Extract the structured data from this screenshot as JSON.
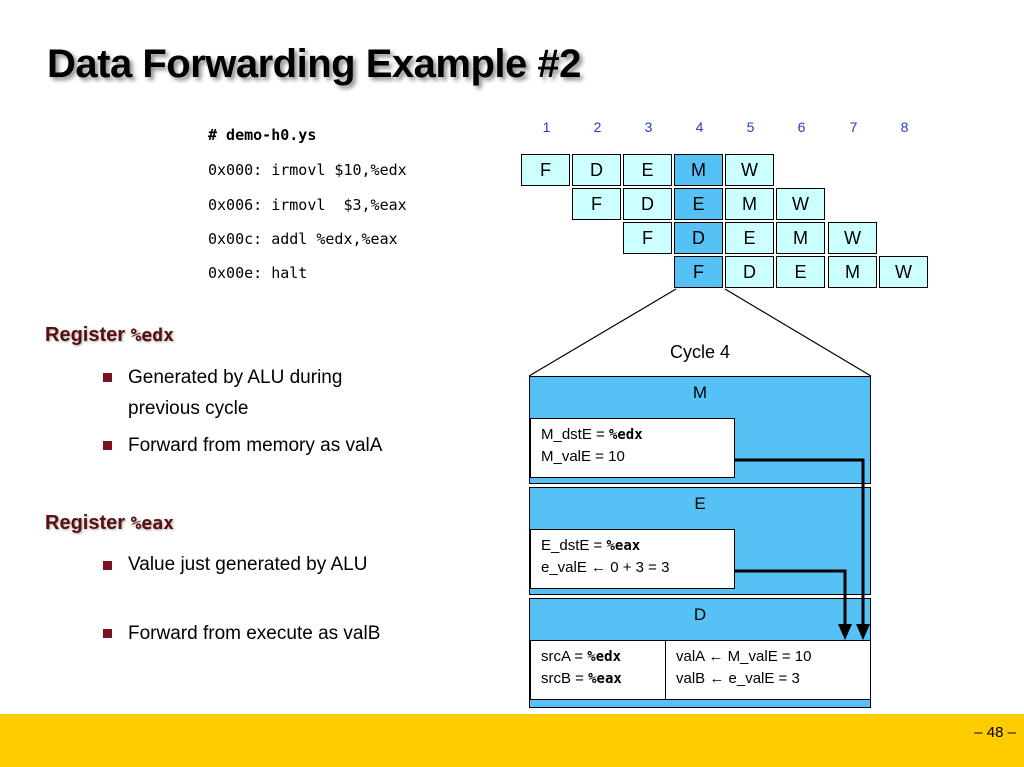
{
  "title": "Data Forwarding Example #2",
  "code": {
    "filename": "# demo-h0.ys",
    "lines": [
      "0x000: irmovl $10,%edx",
      "0x006: irmovl  $3,%eax",
      "0x00c: addl %edx,%eax",
      "0x00e: halt"
    ]
  },
  "pipeline": {
    "cycles": [
      "1",
      "2",
      "3",
      "4",
      "5",
      "6",
      "7",
      "8"
    ],
    "rows": [
      [
        "F",
        "D",
        "E",
        "M",
        "W"
      ],
      [
        "F",
        "D",
        "E",
        "M",
        "W"
      ],
      [
        "F",
        "D",
        "E",
        "M",
        "W"
      ],
      [
        "F",
        "D",
        "E",
        "M",
        "W"
      ]
    ],
    "highlight_cycle": "4"
  },
  "sections": [
    {
      "heading_prefix": "Register ",
      "heading_reg": "%edx",
      "bullets": [
        "Generated by ALU during previous cycle",
        "Forward from memory as valA"
      ]
    },
    {
      "heading_prefix": "Register ",
      "heading_reg": "%eax",
      "bullets": [
        "Value just generated by ALU",
        "Forward from execute as valB"
      ]
    }
  ],
  "detail": {
    "cycle_label": "Cycle 4",
    "m_stage": {
      "label": "M",
      "line1_prefix": "M_dstE = ",
      "line1_reg": "%edx",
      "line2": "M_valE = 10"
    },
    "e_stage": {
      "label": "E",
      "line1_prefix": "E_dstE = ",
      "line1_reg": "%eax",
      "line2": "e_valE ← 0 + 3 = 3"
    },
    "d_stage": {
      "label": "D",
      "srcA_prefix": "srcA = ",
      "srcA_reg": "%edx",
      "srcB_prefix": "srcB = ",
      "srcB_reg": "%eax",
      "valA": "valA ← M_valE = 10",
      "valB": "valB ← e_valE = 3"
    }
  },
  "footer": {
    "page": "– 48 –"
  },
  "colors": {
    "cell": "#ccffff",
    "highlight": "#55c1f5",
    "footer": "#ffcc00",
    "cycle_numbers": "#1f3fbf",
    "heading": "#5a0f0f",
    "bullet": "#7a1020"
  }
}
